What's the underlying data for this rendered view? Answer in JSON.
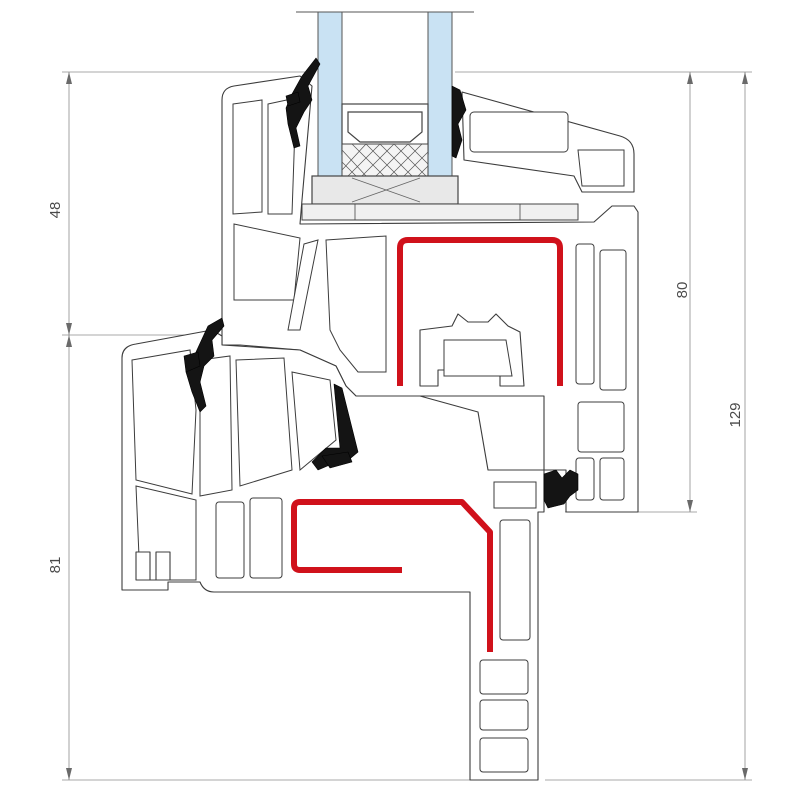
{
  "dimensions": {
    "frame_height": "81",
    "sash_height": "80",
    "glazing_rebate": "48",
    "total_height": "129"
  },
  "colors": {
    "profile_outline": "#3c3c3c",
    "steel_reinforcement": "#d0111b",
    "gasket": "#141414",
    "glass": "#c9e2f3",
    "dimension_line": "#8c8c8c"
  }
}
